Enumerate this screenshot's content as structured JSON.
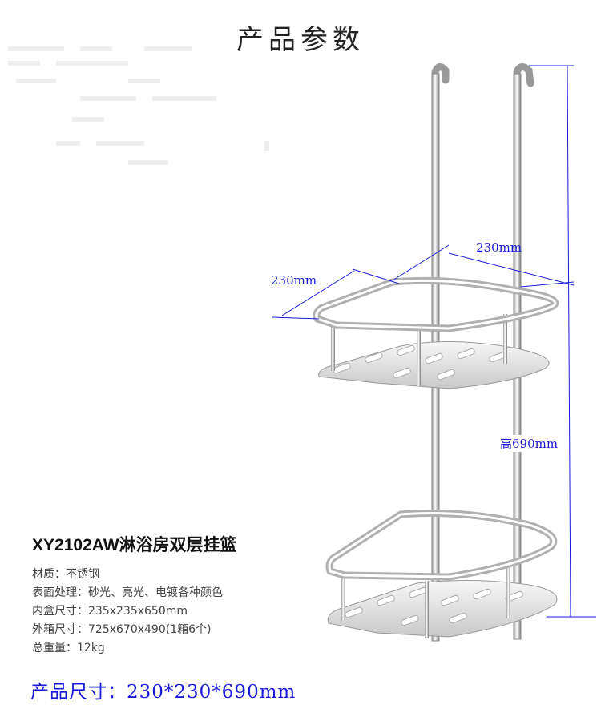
{
  "page": {
    "title": "产品参数",
    "colors": {
      "dimension": "#1a1adb",
      "steel_light": "#f2f2f2",
      "steel_dark": "#8a8a8a"
    }
  },
  "dimensions": {
    "width_left": "230mm",
    "width_right": "230mm",
    "height": "高690mm"
  },
  "product": {
    "name": "XY2102AW淋浴房双层挂篮",
    "specs": [
      "材质：不锈钢",
      "表面处理：砂光、亮光、电镀各种颜色",
      "内盒尺寸：235x235x650mm",
      "外箱尺寸：725x670x490(1箱6个)",
      "总重量：12kg"
    ],
    "size_line": "产品尺寸：230*230*690mm"
  }
}
